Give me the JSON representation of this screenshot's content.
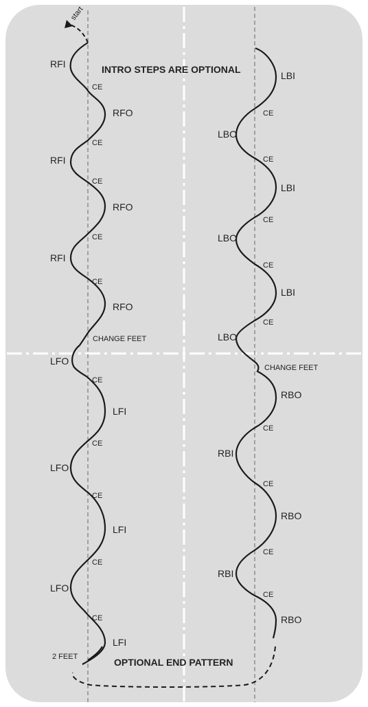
{
  "rink": {
    "fill": "#dcdcdd",
    "line_color": "#ffffff",
    "guide_color": "#888888",
    "trace_color": "#1a1a1a"
  },
  "start_label": "start",
  "intro_label": "INTRO STEPS ARE OPTIONAL",
  "end_label": "OPTIONAL END PATTERN",
  "two_feet_label": "2 FEET",
  "change_feet_label": "CHANGE FEET",
  "ce_label": "CE",
  "left_column": {
    "forward_edges": [
      "RFI",
      "RFO",
      "RFI",
      "RFO",
      "RFI",
      "RFO"
    ],
    "after_change_edges": [
      "LFO",
      "LFI",
      "LFO",
      "LFI",
      "LFO",
      "LFI"
    ]
  },
  "right_column": {
    "backward_edges": [
      "LBI",
      "LBO",
      "LBI",
      "LBO",
      "LBI",
      "LBO"
    ],
    "after_change_edges": [
      "RBO",
      "RBI",
      "RBO",
      "RBI",
      "RBO"
    ]
  }
}
